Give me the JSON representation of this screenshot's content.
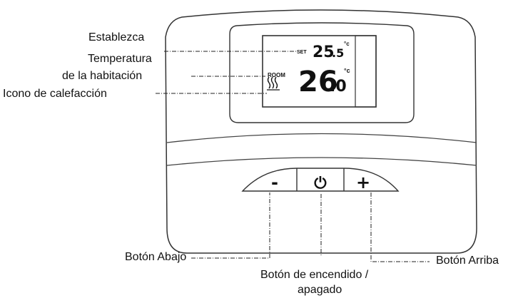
{
  "labels": {
    "set_line1": "Establezca",
    "room_line1": "Temperatura",
    "room_line2": "de la habitación",
    "heat_icon_label": "Icono de calefacción",
    "down_button_label": "Botón Abajo",
    "power_button_line1": "Botón de encendido /",
    "power_button_line2": "apagado",
    "up_button_label": "Botón Arriba"
  },
  "display": {
    "set_tag": "SET",
    "set_int": "25",
    "set_dec": ".5",
    "set_unit": "°c",
    "room_tag": "ROOM",
    "room_int": "26",
    "room_dec": ".0",
    "room_unit": "°c",
    "heat_glyph": "⫫"
  },
  "buttons": {
    "down_symbol": "-",
    "power_symbol": "⏻",
    "up_symbol": "+"
  }
}
